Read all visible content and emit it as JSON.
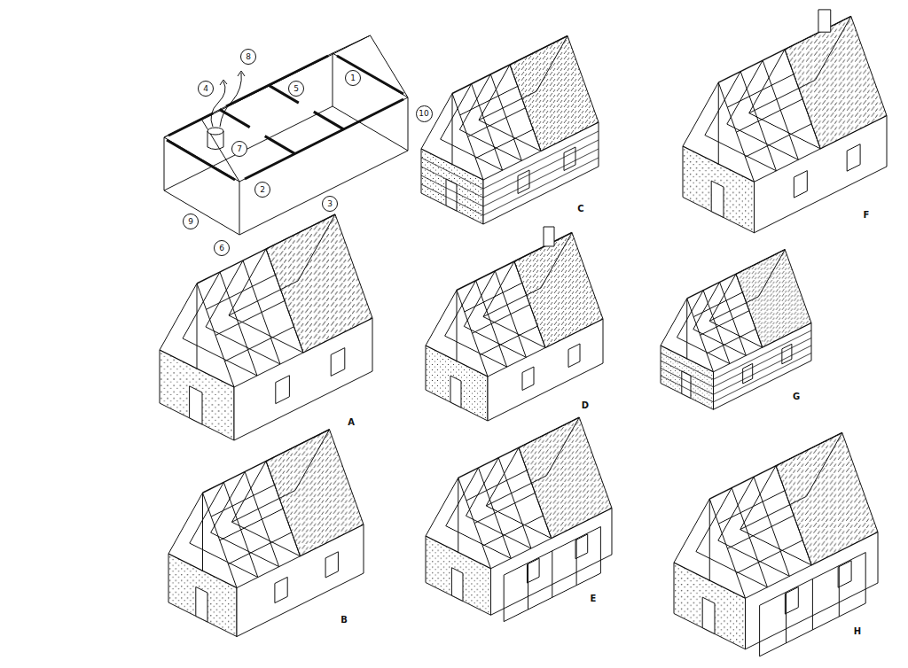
{
  "diagram": {
    "nodes": [
      {
        "text": [
          "8"
        ]
      },
      {
        "text": [
          "1"
        ]
      },
      {
        "text": [
          "4"
        ]
      },
      {
        "text": [
          "5"
        ]
      },
      {
        "text": [
          "10"
        ]
      },
      {
        "text": [
          "7"
        ]
      },
      {
        "text": [
          "2"
        ]
      },
      {
        "text": [
          "3"
        ]
      },
      {
        "text": [
          "9"
        ]
      },
      {
        "text": [
          "6"
        ]
      }
    ],
    "labels": [
      "C",
      "F",
      "G",
      "A",
      "D",
      "B",
      "E",
      "H"
    ]
  }
}
